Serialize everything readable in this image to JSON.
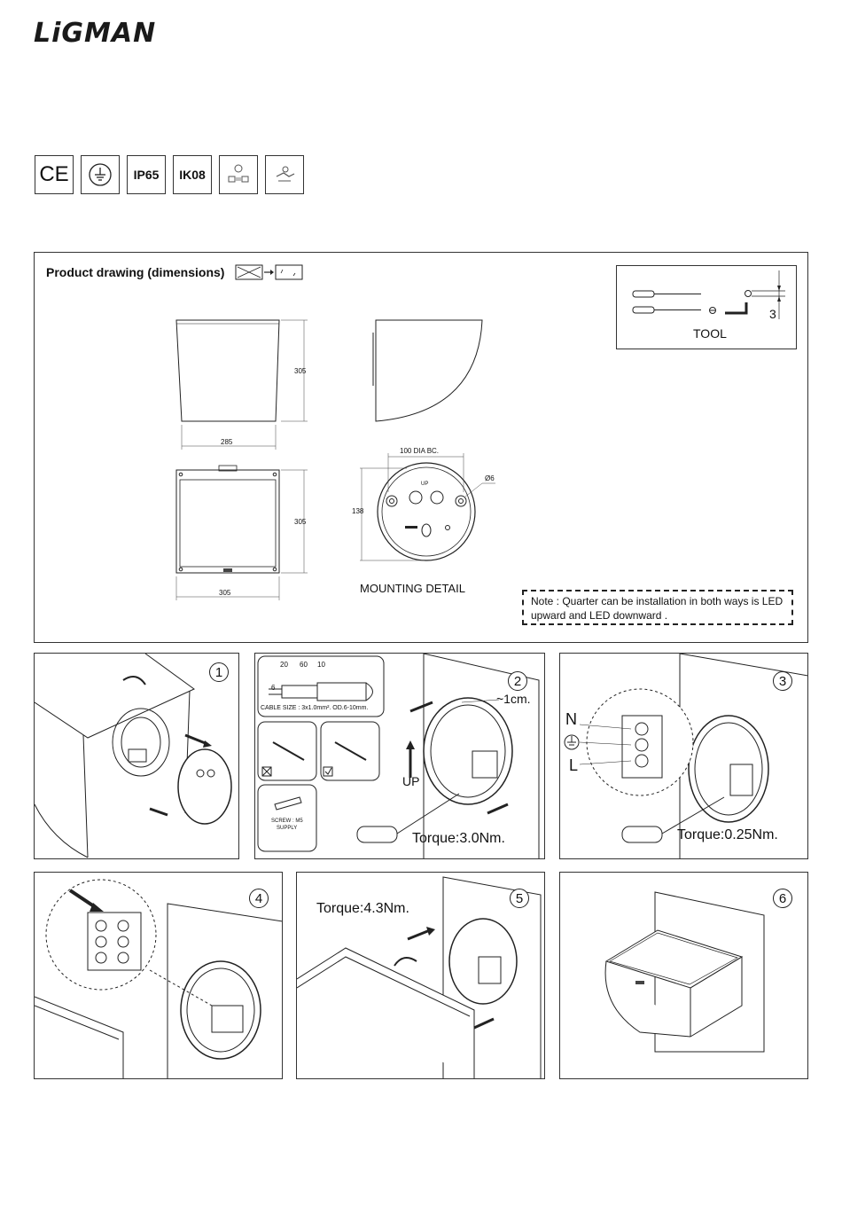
{
  "brand": {
    "logo_text": "LiGMAN"
  },
  "certifications": [
    {
      "label": "CE",
      "icon": "ce-mark-icon"
    },
    {
      "label": "",
      "icon": "class-one-earth-icon"
    },
    {
      "label": "IP65",
      "icon": ""
    },
    {
      "label": "IK08",
      "icon": ""
    },
    {
      "label": "",
      "icon": "replaceable-lamp-icon"
    },
    {
      "label": "",
      "icon": "replaceable-gear-icon"
    }
  ],
  "product_drawing": {
    "title": "Product drawing (dimensions)",
    "front_height": "305",
    "front_width": "285",
    "top_height": "305",
    "top_width": "305",
    "mounting_bc": "100 DIA BC.",
    "mounting_hole": "Ø6",
    "mounting_height": "138",
    "mounting_up": "UP",
    "mounting_label": "MOUNTING DETAIL",
    "note": "Note : Quarter can be installation in both ways is LED upward and LED downward .",
    "tool_label": "TOOL",
    "tool_dim": "3"
  },
  "steps": {
    "step1": {
      "number": "1"
    },
    "step2": {
      "number": "2",
      "strip_20": "20",
      "strip_60": "60",
      "strip_10": "10",
      "strip_6": "6",
      "cable_size": "CABLE SIZE : 3x1.0mm². OD.6-10mm.",
      "screw_label": "SCREW : M5",
      "screw_supply": "SUPPLY",
      "gap": "~1cm.",
      "up": "UP",
      "torque": "Torque:3.0Nm."
    },
    "step3": {
      "number": "3",
      "n": "N",
      "l": "L",
      "torque": "Torque:0.25Nm."
    },
    "step4": {
      "number": "4"
    },
    "step5": {
      "number": "5",
      "torque": "Torque:4.3Nm."
    },
    "step6": {
      "number": "6"
    }
  }
}
